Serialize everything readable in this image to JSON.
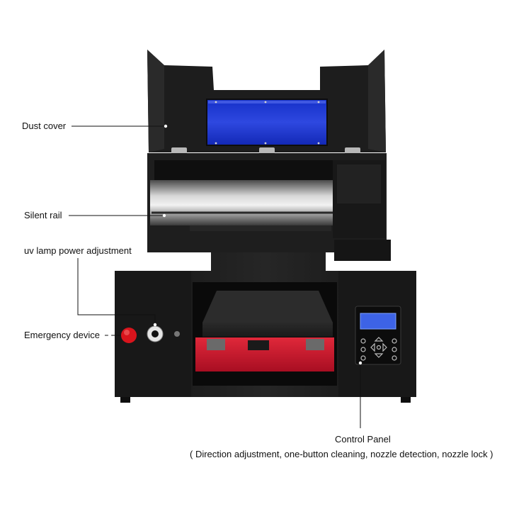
{
  "callouts": {
    "dust_cover": "Dust cover",
    "silent_rail": "Silent rail",
    "uv_lamp": "uv lamp power adjustment",
    "emergency": "Emergency device",
    "control_panel_title": "Control Panel",
    "control_panel_desc": "( Direction adjustment, one-button cleaning, nozzle detection, nozzle lock )"
  },
  "colors": {
    "body": "#1c1c1c",
    "window_blue": "#1a2fd0",
    "tray_red": "#c8102e",
    "lcd_blue": "#3d63e6",
    "button_red": "#d9141c"
  }
}
